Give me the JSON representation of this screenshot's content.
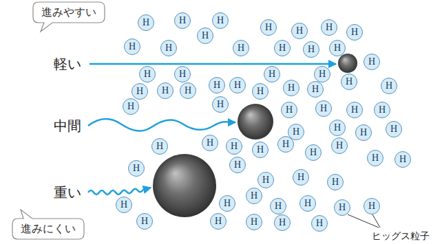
{
  "diagram": {
    "nodes": [
      {
        "text": [
          "進みやすい"
        ]
      },
      {
        "text": [
          "H"
        ]
      },
      {
        "text": [
          "H"
        ]
      },
      {
        "text": [
          "H"
        ]
      },
      {
        "text": [
          "H"
        ]
      },
      {
        "text": [
          "H"
        ]
      },
      {
        "text": [
          "H"
        ]
      },
      {
        "text": [
          "H"
        ]
      },
      {
        "text": [
          "H"
        ]
      },
      {
        "text": [
          "H"
        ]
      },
      {
        "text": [
          "H"
        ]
      },
      {
        "text": [
          "H"
        ]
      },
      {
        "text": [
          "H"
        ]
      },
      {
        "text": [
          "H"
        ]
      },
      {
        "text": [
          "H"
        ]
      },
      {
        "text": [
          "H"
        ]
      },
      {
        "text": [
          "H"
        ]
      },
      {
        "text": [
          "H"
        ]
      },
      {
        "text": [
          "H"
        ]
      },
      {
        "text": [
          "H"
        ]
      },
      {
        "text": [
          "H"
        ]
      },
      {
        "text": [
          "H"
        ]
      },
      {
        "text": [
          "H"
        ]
      },
      {
        "text": [
          "H"
        ]
      },
      {
        "text": [
          "H"
        ]
      },
      {
        "text": [
          "H"
        ]
      },
      {
        "text": [
          "H"
        ]
      },
      {
        "text": [
          "H"
        ]
      },
      {
        "text": [
          "H"
        ]
      },
      {
        "text": [
          "H"
        ]
      },
      {
        "text": [
          "H"
        ]
      },
      {
        "text": [
          "H"
        ]
      },
      {
        "text": [
          "H"
        ]
      },
      {
        "text": [
          "H"
        ]
      },
      {
        "text": [
          "H"
        ]
      },
      {
        "text": [
          "H"
        ]
      },
      {
        "text": [
          "H"
        ]
      },
      {
        "text": [
          "H"
        ]
      },
      {
        "text": [
          "H"
        ]
      },
      {
        "text": [
          "H"
        ]
      },
      {
        "text": [
          "H"
        ]
      },
      {
        "text": [
          "H"
        ]
      },
      {
        "text": [
          "H"
        ]
      },
      {
        "text": [
          "H"
        ]
      },
      {
        "text": [
          "H"
        ]
      },
      {
        "text": [
          "H"
        ]
      },
      {
        "text": [
          "H"
        ]
      },
      {
        "text": [
          "H"
        ]
      },
      {
        "text": [
          "H"
        ]
      },
      {
        "text": [
          "H"
        ]
      },
      {
        "text": [
          "H"
        ]
      },
      {
        "text": [
          "H"
        ]
      },
      {
        "text": [
          "H"
        ]
      },
      {
        "text": [
          "H"
        ]
      },
      {
        "text": [
          "H"
        ]
      },
      {
        "text": [
          "H"
        ]
      },
      {
        "text": [
          "H"
        ]
      },
      {
        "text": [
          "H"
        ]
      },
      {
        "text": [
          "H"
        ]
      },
      {
        "text": [
          "H"
        ]
      },
      {
        "text": [
          "H"
        ]
      },
      {
        "text": [
          "H"
        ]
      },
      {
        "text": [
          "H"
        ]
      },
      {
        "text": [
          "H"
        ]
      },
      {
        "text": [
          "H"
        ]
      },
      {
        "text": [
          "H"
        ]
      },
      {
        "text": [
          "進みにくい"
        ]
      }
    ],
    "labels": [
      "軽い",
      "中間",
      "重い",
      "ヒッグス粒子"
    ]
  }
}
